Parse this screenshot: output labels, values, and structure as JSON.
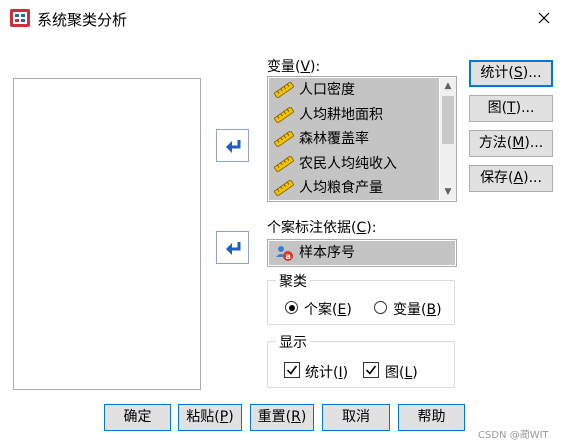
{
  "window": {
    "title": "系统聚类分析",
    "close_glyph": "✕"
  },
  "variables": {
    "label_prefix": "变量(",
    "label_key": "V",
    "label_suffix": "):",
    "items": [
      {
        "label": "人口密度"
      },
      {
        "label": "人均耕地面积"
      },
      {
        "label": "森林覆盖率"
      },
      {
        "label": "农民人均纯收入"
      },
      {
        "label": "人均粮食产量"
      }
    ],
    "scroll_up": "▲",
    "scroll_down": "▼"
  },
  "case_label": {
    "label_prefix": "个案标注依据(",
    "label_key": "C",
    "label_suffix": "):",
    "item": "样本序号"
  },
  "cluster": {
    "title": "聚类",
    "options": [
      {
        "prefix": "个案(",
        "key": "E",
        "suffix": ")",
        "selected": true
      },
      {
        "prefix": "变量(",
        "key": "B",
        "suffix": ")",
        "selected": false
      }
    ]
  },
  "display": {
    "title": "显示",
    "options": [
      {
        "prefix": "统计(",
        "key": "I",
        "suffix": ")",
        "checked": true
      },
      {
        "prefix": "图(",
        "key": "L",
        "suffix": ")",
        "checked": true
      }
    ]
  },
  "side_buttons": [
    {
      "prefix": "统计(",
      "key": "S",
      "suffix": ")..."
    },
    {
      "prefix": "图(",
      "key": "T",
      "suffix": ")..."
    },
    {
      "prefix": "方法(",
      "key": "M",
      "suffix": ")..."
    },
    {
      "prefix": "保存(",
      "key": "A",
      "suffix": ")..."
    }
  ],
  "bottom_buttons": {
    "ok": "确定",
    "paste_prefix": "粘贴(",
    "paste_key": "P",
    "paste_suffix": ")",
    "reset_prefix": "重置(",
    "reset_key": "R",
    "reset_suffix": ")",
    "cancel": "取消",
    "help": "帮助"
  },
  "watermark": "CSDN @蔺WIT",
  "colors": {
    "accent": "#0078d7",
    "arrow_blue": "#1f5fbf",
    "selection_gray": "#c4c4c4",
    "ruler_yellow": "#f2c200"
  }
}
